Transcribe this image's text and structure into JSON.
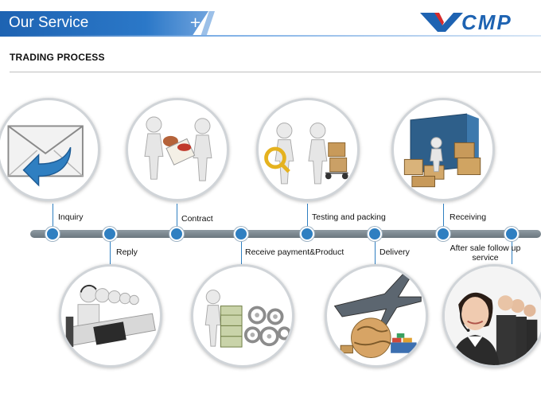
{
  "header": {
    "title": "Our Service",
    "plus": "+",
    "logo_text": "VCMP",
    "accent_color": "#1e63b2"
  },
  "section": {
    "title": "TRADING  PROCESS"
  },
  "process": {
    "steps": [
      {
        "label": "Inquiry",
        "position": "top",
        "icon": "mail-reply-icon"
      },
      {
        "label": "Reply",
        "position": "bottom",
        "icon": "call-center-icon"
      },
      {
        "label": "Contract",
        "position": "top",
        "icon": "handshake-stamp-icon"
      },
      {
        "label": "Receive payment&Product",
        "position": "bottom",
        "icon": "money-gears-icon"
      },
      {
        "label": "Testing and packing",
        "position": "top",
        "icon": "magnifier-boxes-icon"
      },
      {
        "label": "Delivery",
        "position": "bottom",
        "icon": "airplane-globe-icon"
      },
      {
        "label": "Receiving",
        "position": "top",
        "icon": "container-boxes-icon"
      },
      {
        "label": "After sale follow up service",
        "position": "bottom",
        "icon": "support-agent-icon"
      }
    ],
    "node_color": "#2f7fc1",
    "line_color": "#7b868e"
  }
}
